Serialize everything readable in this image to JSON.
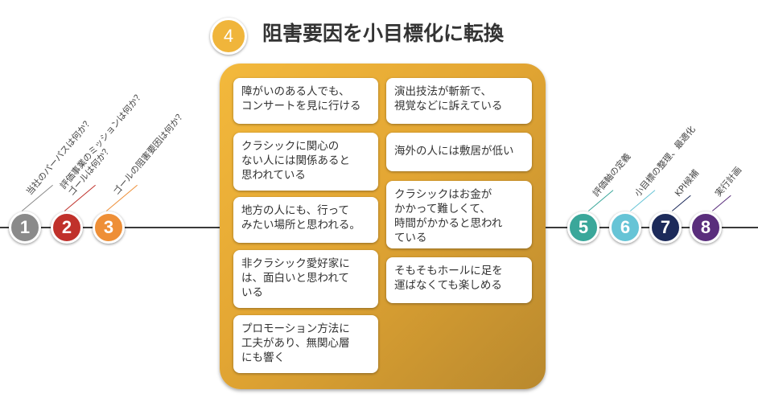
{
  "title": {
    "number": "4",
    "text": "阻害要因を小目標化に転換"
  },
  "steps": [
    {
      "number": "1",
      "label": "当社のパーパスは何か？",
      "color": "#8a8a8a"
    },
    {
      "number": "2",
      "label": "評価事業のミッションは何か？\nゴールは何か？",
      "color": "#c0312b"
    },
    {
      "number": "3",
      "label": "ゴールの阻害要因は何か？",
      "color": "#ee8f37"
    },
    {
      "number": "5",
      "label": "評価軸の定義",
      "color": "#3aa79a"
    },
    {
      "number": "6",
      "label": "小目標の整理、最適化",
      "color": "#66c4d6"
    },
    {
      "number": "7",
      "label": "KPI候補",
      "color": "#1c2a5a"
    },
    {
      "number": "8",
      "label": "実行計画",
      "color": "#5a2e7c"
    }
  ],
  "cards_left": [
    "障がいのある人でも、\nコンサートを見に行ける",
    "クラシックに関心の\nない人には関係あると\n思われている",
    "地方の人にも、行って\nみたい場所と思われる。",
    "非クラシック愛好家に\nは、面白いと思われて\nいる",
    "プロモーション方法に\n工夫があり、無関心層\nにも響く"
  ],
  "cards_right": [
    "演出技法が斬新で、\n視覚などに訴えている",
    "海外の人には敷居が低い",
    "クラシックはお金が\nかかって難しくて、\n時間がかかると思われ\nている",
    "そもそもホールに足を\n運ばなくても楽しめる"
  ]
}
